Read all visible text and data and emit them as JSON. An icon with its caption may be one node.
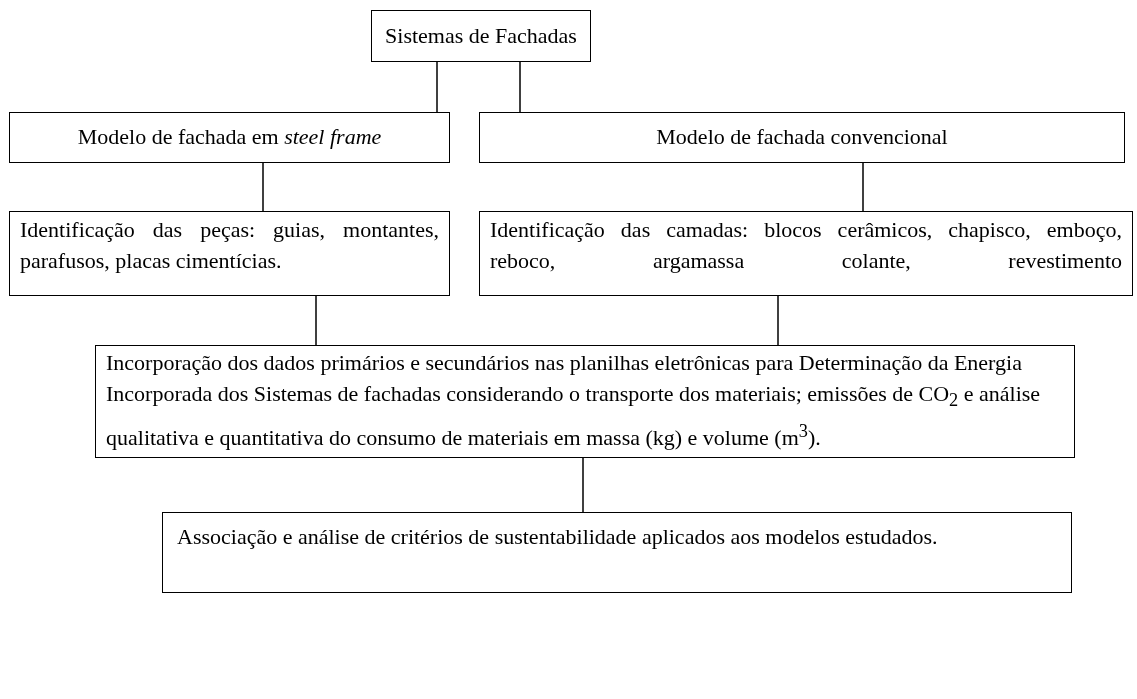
{
  "diagram": {
    "nodes": [
      {
        "text": [
          "Sistemas de Fachadas"
        ]
      },
      {
        "text": [
          "Modelo de fachada em *steel frame*"
        ]
      },
      {
        "text": [
          "Modelo de fachada convencional"
        ]
      },
      {
        "text": [
          "Identificação das peças: guias, montantes, parafusos, placas cimentícias."
        ]
      },
      {
        "text": [
          "Identificação das camadas: blocos cerâmicos, chapisco, emboço, reboco, argamassa colante, revestimento"
        ]
      },
      {
        "text": [
          "Incorporação dos dados primários e secundários nas planilhas eletrônicas para Determinação da Energia Incorporada dos Sistemas de fachadas considerando o transporte dos materiais; emissões de CO$_{2}$ e análise qualitativa e quantitativa do consumo de materiais em massa (kg) e volume (m$^{3}$)."
        ]
      },
      {
        "text": [
          "Associação e análise de critérios de sustentabilidade aplicados aos modelos estudados."
        ]
      }
    ],
    "edges": [
      {
        "from": 0,
        "to": 1,
        "arrow": "none"
      },
      {
        "from": 0,
        "to": 2,
        "arrow": "none"
      },
      {
        "from": 1,
        "to": 3,
        "arrow": "none"
      },
      {
        "from": 2,
        "to": 4,
        "arrow": "none"
      },
      {
        "from": 3,
        "to": 5,
        "arrow": "none"
      },
      {
        "from": 4,
        "to": 5,
        "arrow": "none"
      },
      {
        "from": 5,
        "to": 6,
        "arrow": "none"
      }
    ]
  }
}
